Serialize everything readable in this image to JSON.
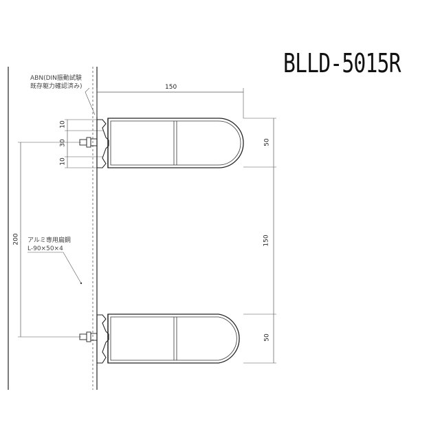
{
  "title": "BLLD-5015R",
  "notes": {
    "anchor_line1": "ABN(DIN振動試験",
    "anchor_line2": "既存躯力確認済み)",
    "angle_line1": "アルミ専用扁鋼",
    "angle_line2": "L-90×50×4"
  },
  "dimensions": {
    "depth": "150",
    "rail_height_top": "50",
    "spacing": "150",
    "rail_height_bottom": "50",
    "bracket_top": "10",
    "bracket_mid": "30",
    "bracket_bottom": "10",
    "overall": "200"
  },
  "colors": {
    "line": "#222222",
    "dim": "#555555"
  }
}
